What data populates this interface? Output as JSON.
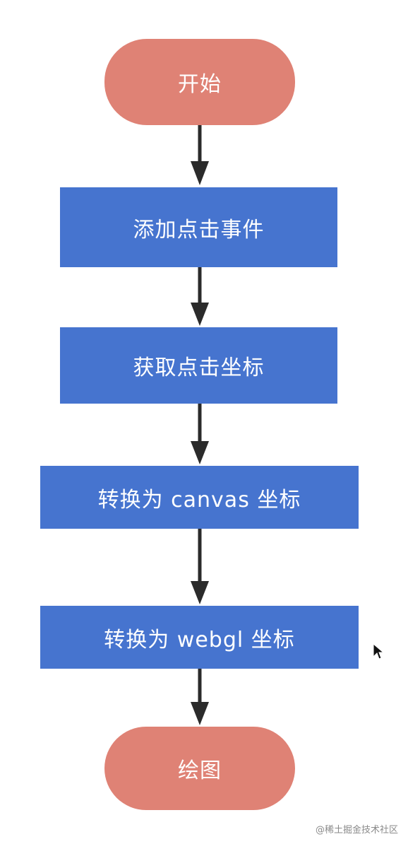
{
  "flowchart": {
    "start": "开始",
    "steps": [
      "添加点击事件",
      "获取点击坐标",
      "转换为 canvas 坐标",
      "转换为 webgl 坐标"
    ],
    "end": "绘图"
  },
  "colors": {
    "terminal": "#df8275",
    "process": "#4674cf",
    "arrow": "#2b2b2b"
  },
  "watermark": "@稀土掘金技术社区"
}
